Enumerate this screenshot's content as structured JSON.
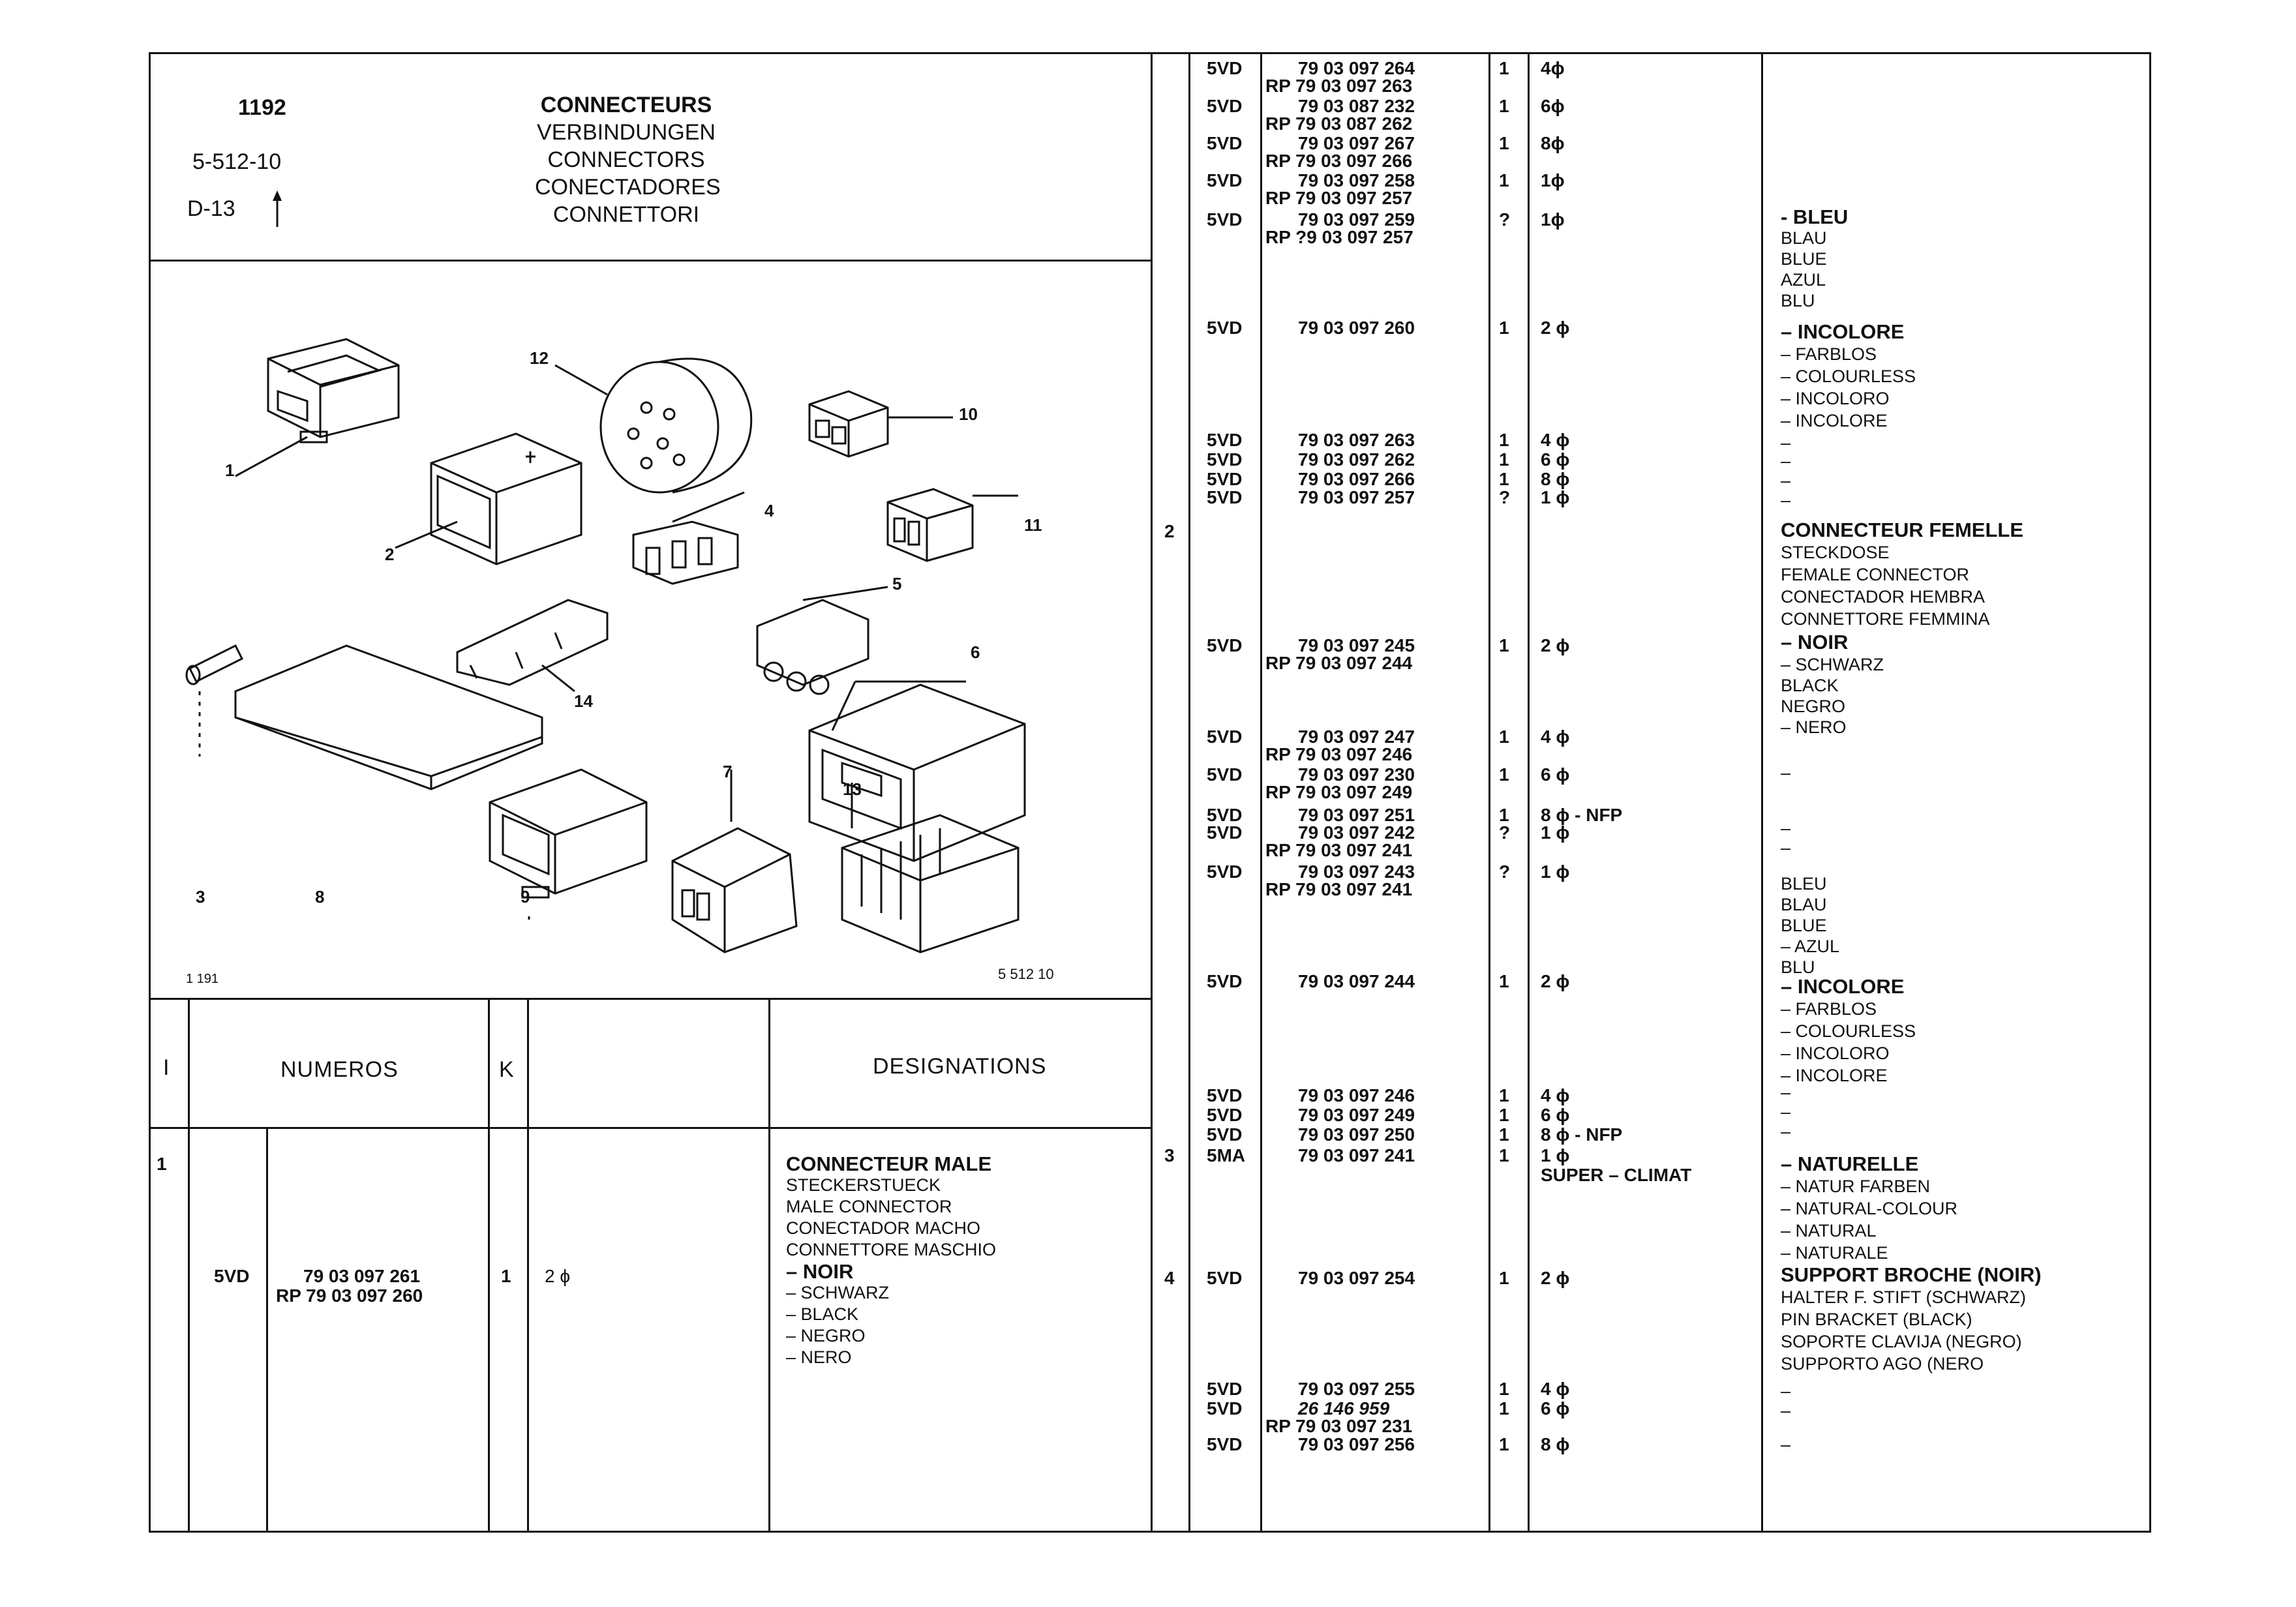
{
  "header": {
    "code": "1192",
    "ref": "5-512-10",
    "sheet": "D-13",
    "titles": [
      "CONNECTEURS",
      "VERBINDUNGEN",
      "CONNECTORS",
      "CONECTADORES",
      "CONNETTORI"
    ]
  },
  "diagram": {
    "callouts": [
      "1",
      "2",
      "3",
      "4",
      "5",
      "6",
      "7",
      "8",
      "9",
      "10",
      "11",
      "12",
      "13",
      "14"
    ],
    "corner_left": "1 191",
    "corner_right": "5 512 10"
  },
  "table_header": {
    "col_i": "I",
    "col_numeros": "NUMEROS",
    "col_k": "K",
    "col_designations": "DESIGNATIONS"
  },
  "left_entry": {
    "index": "1",
    "supplier": "5VD",
    "number": "79 03 097 261",
    "rp": "RP 79 03 097 260",
    "qty": "1",
    "ways": "2 ϕ",
    "designation": [
      "CONNECTEUR MALE",
      "STECKERSTUECK",
      "MALE CONNECTOR",
      "CONECTADOR MACHO",
      "CONNETTORE MASCHIO",
      "– NOIR",
      "– SCHWARZ",
      "– BLACK",
      "– NEGRO",
      "– NERO"
    ]
  },
  "right_rows": [
    {
      "supplier": "5VD",
      "number": "79 03 097 264",
      "qty": "1",
      "ways": "4ϕ"
    },
    {
      "number": "RP 79 03 097 263"
    },
    {
      "supplier": "5VD",
      "number": "79 03 087 232",
      "qty": "1",
      "ways": "6ϕ"
    },
    {
      "number": "RP 79 03 087 262"
    },
    {
      "supplier": "5VD",
      "number": "79 03 097 267",
      "qty": "1",
      "ways": "8ϕ"
    },
    {
      "number": "RP 79 03 097 266"
    },
    {
      "supplier": "5VD",
      "number": "79 03 097 258",
      "qty": "1",
      "ways": "1ϕ"
    },
    {
      "number": "RP 79 03 097 257"
    },
    {
      "supplier": "5VD",
      "number": "79 03 097 259",
      "qty": "?",
      "ways": "1ϕ"
    },
    {
      "number": "RP ?9 03 097 257"
    },
    {
      "supplier": "5VD",
      "number": "79 03 097 260",
      "qty": "1",
      "ways": "2 ϕ"
    },
    {
      "supplier": "5VD",
      "number": "79 03 097 263",
      "qty": "1",
      "ways": "4 ϕ"
    },
    {
      "supplier": "5VD",
      "number": "79 03 097 262",
      "qty": "1",
      "ways": "6 ϕ"
    },
    {
      "supplier": "5VD",
      "number": "79 03 097 266",
      "qty": "1",
      "ways": "8 ϕ"
    },
    {
      "supplier": "5VD",
      "number": "79 03 097 257",
      "qty": "?",
      "ways": "1 ϕ"
    },
    {
      "supplier": "5VD",
      "number": "79 03 097 245",
      "qty": "1",
      "ways": "2 ϕ"
    },
    {
      "number": "RP 79 03 097 244"
    },
    {
      "supplier": "5VD",
      "number": "79 03 097 247",
      "qty": "1",
      "ways": "4 ϕ"
    },
    {
      "number": "RP 79 03 097 246"
    },
    {
      "supplier": "5VD",
      "number": "79 03 097 230",
      "qty": "1",
      "ways": "6 ϕ"
    },
    {
      "number": "RP 79 03 097 249"
    },
    {
      "supplier": "5VD",
      "number": "79 03 097 251",
      "qty": "1",
      "ways": "8 ϕ - NFP"
    },
    {
      "supplier": "5VD",
      "number": "79 03 097 242",
      "qty": "?",
      "ways": "1 ϕ"
    },
    {
      "number": "RP 79 03 097 241"
    },
    {
      "supplier": "5VD",
      "number": "79 03 097 243",
      "qty": "?",
      "ways": "1 ϕ"
    },
    {
      "number": "RP 79 03 097 241"
    },
    {
      "supplier": "5VD",
      "number": "79 03 097 244",
      "qty": "1",
      "ways": "2 ϕ"
    },
    {
      "supplier": "5VD",
      "number": "79 03 097 246",
      "qty": "1",
      "ways": "4 ϕ"
    },
    {
      "supplier": "5VD",
      "number": "79 03 097 249",
      "qty": "1",
      "ways": "6 ϕ"
    },
    {
      "supplier": "5VD",
      "number": "79 03 097 250",
      "qty": "1",
      "ways": "8 ϕ - NFP"
    },
    {
      "index": "3",
      "supplier": "5MA",
      "number": "79 03 097 241",
      "qty": "1",
      "ways": "1 ϕ"
    },
    {
      "ways": "SUPER – CLIMAT"
    },
    {
      "index": "4",
      "supplier": "5VD",
      "number": "79 03 097 254",
      "qty": "1",
      "ways": "2 ϕ"
    },
    {
      "supplier": "5VD",
      "number": "79 03 097 255",
      "qty": "1",
      "ways": "4 ϕ"
    },
    {
      "supplier": "5VD",
      "number": "26 146 959",
      "qty": "1",
      "ways": "6 ϕ"
    },
    {
      "number": "RP 79 03 097 231"
    },
    {
      "supplier": "5VD",
      "number": "79 03 097 256",
      "qty": "1",
      "ways": "8 ϕ"
    }
  ],
  "right_index_2": "2",
  "designations": [
    "- BLEU",
    "BLAU",
    "BLUE",
    "AZUL",
    "BLU",
    "– INCOLORE",
    "– FARBLOS",
    "– COLOURLESS",
    "– INCOLORO",
    "– INCOLORE",
    "–",
    "–",
    "–",
    "–",
    "CONNECTEUR FEMELLE",
    "STECKDOSE",
    "FEMALE CONNECTOR",
    "CONECTADOR HEMBRA",
    "CONNETTORE FEMMINA",
    "– NOIR",
    "– SCHWARZ",
    "BLACK",
    "NEGRO",
    "– NERO",
    "–",
    "–",
    "–",
    "BLEU",
    "BLAU",
    "BLUE",
    "– AZUL",
    "BLU",
    "– INCOLORE",
    "– FARBLOS",
    "– COLOURLESS",
    "– INCOLORO",
    "– INCOLORE",
    "–",
    "–",
    "–",
    "– NATURELLE",
    "– NATUR FARBEN",
    "– NATURAL-COLOUR",
    "– NATURAL",
    "– NATURALE",
    "SUPPORT BROCHE (NOIR)",
    "HALTER F. STIFT (SCHWARZ)",
    "PIN BRACKET (BLACK)",
    "SOPORTE CLAVIJA (NEGRO)",
    "SUPPORTO AGO (NERO",
    "–",
    "–",
    "–"
  ]
}
